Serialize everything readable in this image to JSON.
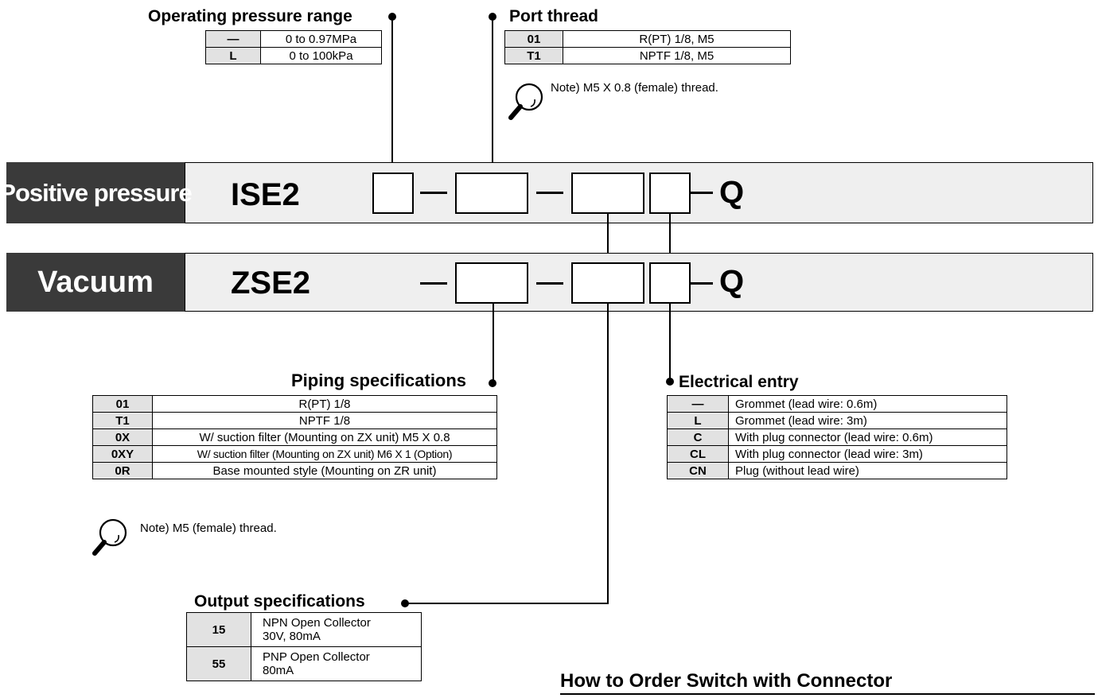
{
  "operating_pressure": {
    "title": "Operating pressure range",
    "rows": [
      {
        "code": "—",
        "desc": "0 to 0.97MPa"
      },
      {
        "code": "L",
        "desc": "0 to 100kPa"
      }
    ]
  },
  "port_thread": {
    "title": "Port thread",
    "rows": [
      {
        "code": "01",
        "desc": "R(PT) 1/8, M5"
      },
      {
        "code": "T1",
        "desc": "NPTF 1/8, M5"
      }
    ],
    "note": "Note) M5 X 0.8 (female) thread."
  },
  "positive": {
    "label": "Positive pressure",
    "model": "ISE2",
    "suffix": "Q"
  },
  "vacuum": {
    "label": "Vacuum",
    "model": "ZSE2",
    "suffix": "Q"
  },
  "piping": {
    "title": "Piping specifications",
    "rows": [
      {
        "code": "01",
        "desc": "R(PT) 1/8"
      },
      {
        "code": "T1",
        "desc": "NPTF 1/8"
      },
      {
        "code": "0X",
        "desc": "W/ suction filter (Mounting on ZX unit) M5 X 0.8"
      },
      {
        "code": "0XY",
        "desc": "W/ suction filter (Mounting on ZX unit) M6 X 1 (Option)"
      },
      {
        "code": "0R",
        "desc": "Base mounted style (Mounting on ZR unit)"
      }
    ],
    "note": "Note) M5 (female) thread."
  },
  "electrical": {
    "title": "Electrical entry",
    "rows": [
      {
        "code": "—",
        "desc": "Grommet (lead wire: 0.6m)"
      },
      {
        "code": "L",
        "desc": "Grommet (lead wire: 3m)"
      },
      {
        "code": "C",
        "desc": "With plug connector (lead wire: 0.6m)"
      },
      {
        "code": "CL",
        "desc": "With plug connector (lead wire: 3m)"
      },
      {
        "code": "CN",
        "desc": "Plug (without lead wire)"
      }
    ]
  },
  "output": {
    "title": "Output specifications",
    "rows": [
      {
        "code": "15",
        "line1": "NPN Open Collector",
        "line2": "30V, 80mA"
      },
      {
        "code": "55",
        "line1": "PNP Open Collector",
        "line2": "80mA"
      }
    ]
  },
  "footer": {
    "heading": "How to Order Switch with Connector"
  },
  "icons": [
    "magnifier-icon"
  ]
}
